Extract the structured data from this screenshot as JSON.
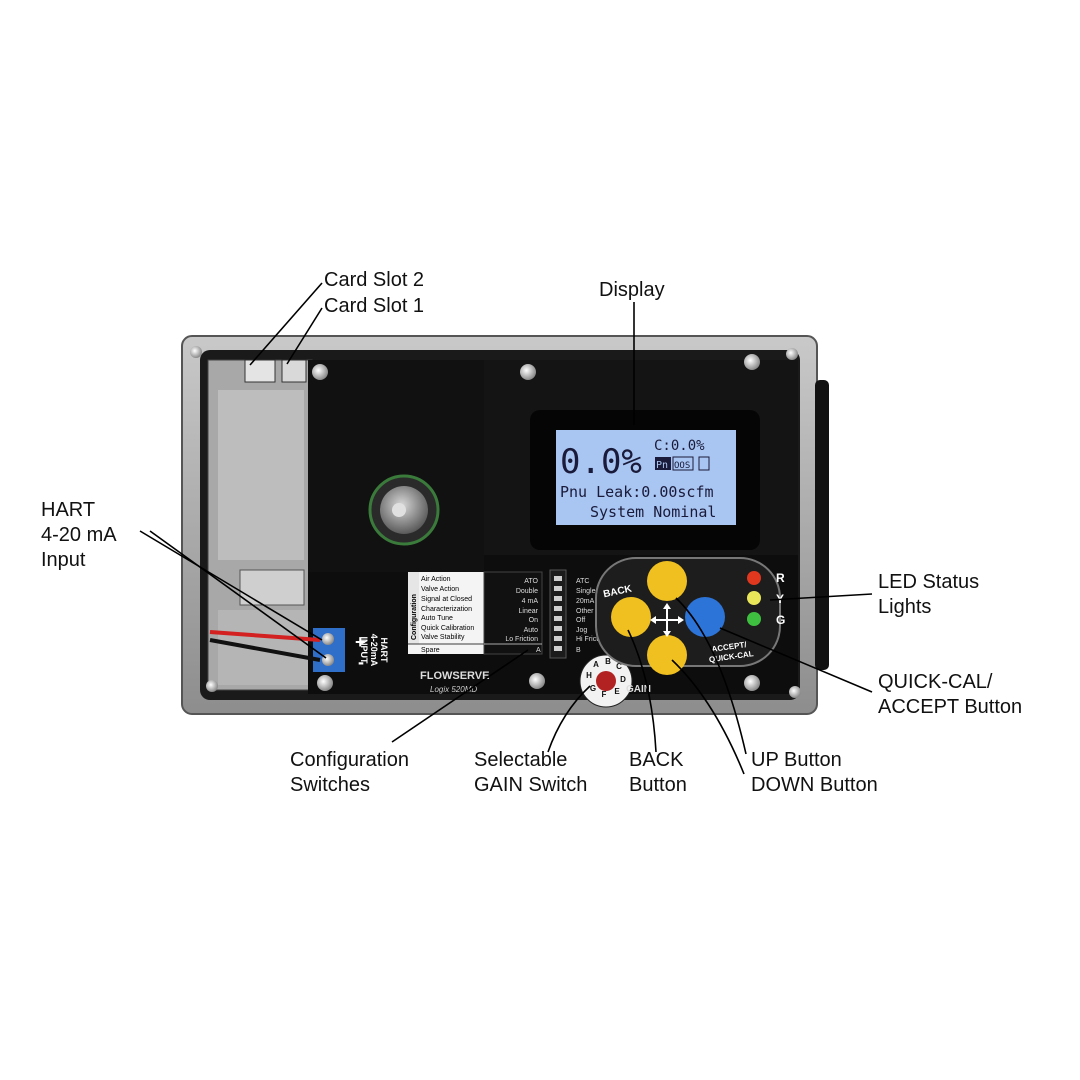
{
  "callouts": {
    "card_slot_2": "Card Slot 2",
    "card_slot_1": "Card Slot 1",
    "display": "Display",
    "hart_input": [
      "HART",
      "4-20 mA",
      "Input"
    ],
    "led_status": [
      "LED Status",
      "Lights"
    ],
    "quick_cal": [
      "QUICK-CAL/",
      "ACCEPT Button"
    ],
    "config_switches": [
      "Configuration",
      "Switches"
    ],
    "gain_switch": [
      "Selectable",
      "GAIN Switch"
    ],
    "back_button": [
      "BACK",
      "Button"
    ],
    "up_button": "UP Button",
    "down_button": "DOWN Button"
  },
  "lcd": {
    "position": "0.0%",
    "command": "C:0.0%",
    "badge_1": "Pn",
    "badge_2": "OOS",
    "line_2": "Pnu Leak:0.00scfm",
    "line_3": "System Nominal"
  },
  "terminal": {
    "plus": "+",
    "minus": "-",
    "label": [
      "HART",
      "4-20mA",
      "INPUT"
    ]
  },
  "config_panel": {
    "heading": "Configuration",
    "items": [
      "Air Action",
      "Valve Action",
      "Signal at Closed",
      "Characterization",
      "Auto Tune",
      "Quick Calibration",
      "Valve Stability"
    ],
    "spare": "Spare",
    "left_values": [
      "ATO",
      "Double",
      "4 mA",
      "Linear",
      "On",
      "Auto",
      "Lo Friction"
    ],
    "left_spare": "A",
    "right_values": [
      "ATC",
      "Single",
      "20mA",
      "Other",
      "Off",
      "Jog",
      "Hi Friction"
    ],
    "right_spare": "B"
  },
  "brand": {
    "name": "FLOWSERVE",
    "model": "Logix 520MD"
  },
  "gain": {
    "label": "GAIN",
    "letters": [
      "H",
      "A",
      "B",
      "C",
      "D",
      "E",
      "F",
      "G"
    ]
  },
  "keypad": {
    "back_label": "BACK",
    "accept_label": [
      "ACCEPT/",
      "QUICK-CAL"
    ]
  },
  "leds": {
    "letters": [
      "R",
      "Y",
      "G"
    ],
    "colors": [
      "#e0371f",
      "#e9e65a",
      "#3fbf3f"
    ]
  },
  "colors": {
    "button_yellow": "#f0c020",
    "button_blue": "#2d74d8",
    "lcd_background": "#a9c6f2",
    "terminal_blue": "#2f6ec9"
  }
}
